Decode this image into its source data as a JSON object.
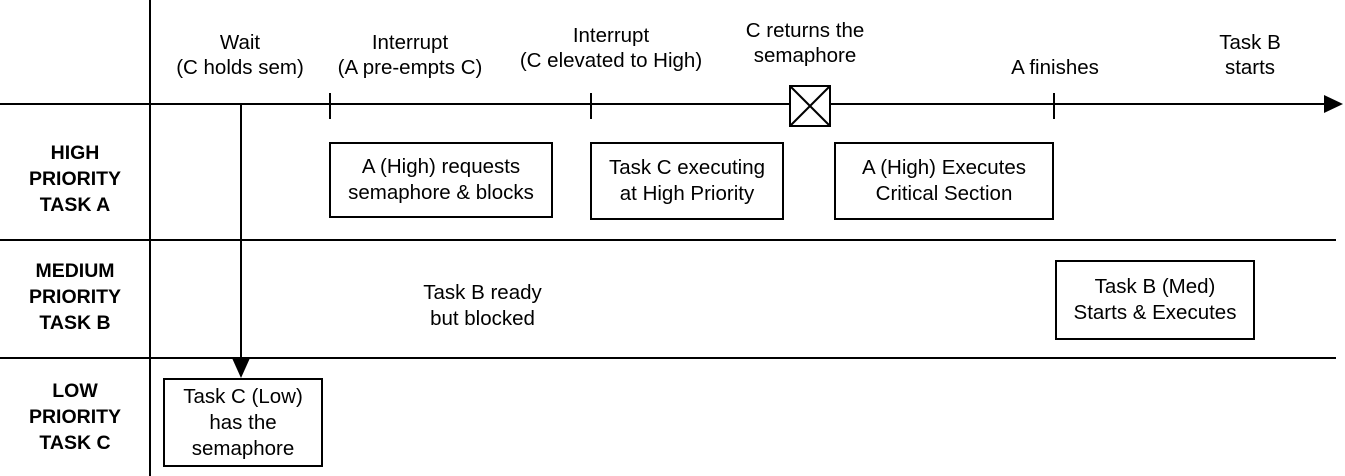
{
  "events": [
    {
      "line1": "Wait",
      "line2": "(C holds sem)"
    },
    {
      "line1": "Interrupt",
      "line2": "(A pre-empts C)"
    },
    {
      "line1": "Interrupt",
      "line2": "(C elevated to High)"
    },
    {
      "line1": "C returns the",
      "line2": "semaphore"
    },
    {
      "line1": "",
      "line2": "A finishes"
    },
    {
      "line1": "Task B",
      "line2": "starts"
    }
  ],
  "rows": [
    {
      "line1": "HIGH",
      "line2": "PRIORITY",
      "line3": "TASK A"
    },
    {
      "line1": "MEDIUM",
      "line2": "PRIORITY",
      "line3": "TASK B"
    },
    {
      "line1": "LOW",
      "line2": "PRIORITY",
      "line3": "TASK C"
    }
  ],
  "boxes": {
    "a_requests": {
      "line1": "A (High) requests",
      "line2": "semaphore & blocks"
    },
    "c_executing": {
      "line1": "Task C executing",
      "line2": "at High Priority"
    },
    "a_critical": {
      "line1": "A (High) Executes",
      "line2": "Critical Section"
    },
    "b_executes": {
      "line1": "Task B (Med)",
      "line2": "Starts & Executes"
    },
    "c_has_sem": {
      "line1": "Task C (Low)",
      "line2": "has the",
      "line3": "semaphore"
    }
  },
  "notes": {
    "b_blocked": {
      "line1": "Task B ready",
      "line2": "but blocked"
    }
  }
}
